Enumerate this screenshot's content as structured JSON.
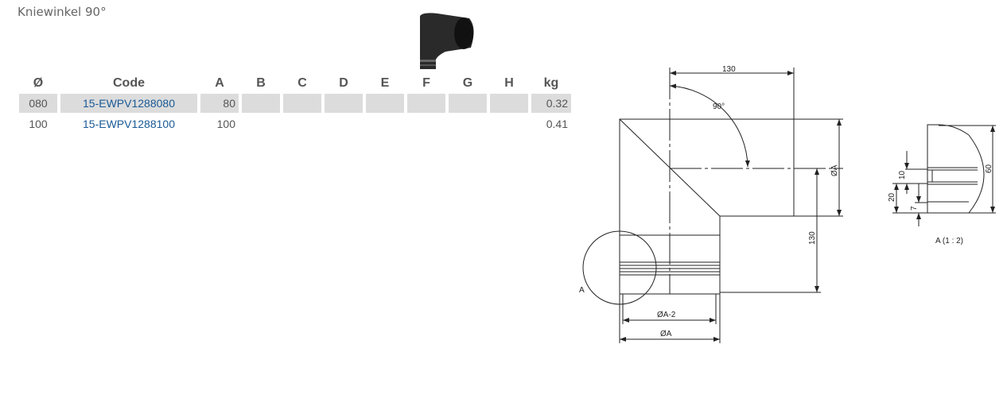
{
  "title": "Kniewinkel 90°",
  "table": {
    "headers": [
      "Ø",
      "Code",
      "A",
      "B",
      "C",
      "D",
      "E",
      "F",
      "G",
      "H",
      "kg"
    ],
    "rows": [
      {
        "dia": "080",
        "code": "15-EWPV1288080",
        "a": "80",
        "kg": "0.32"
      },
      {
        "dia": "100",
        "code": "15-EWPV1288100",
        "a": "100",
        "kg": "0.41"
      }
    ]
  },
  "drawing": {
    "top_dim": "130",
    "angle": "90°",
    "dia_a_right": "ØA",
    "vert_dim": "130",
    "detail_marker": "A",
    "dia_a2": "ØA-2",
    "dia_a": "ØA",
    "detail": {
      "d10": "10",
      "d20": "20",
      "d7": "7",
      "d60": "60",
      "caption": "A (1 : 2)"
    }
  }
}
